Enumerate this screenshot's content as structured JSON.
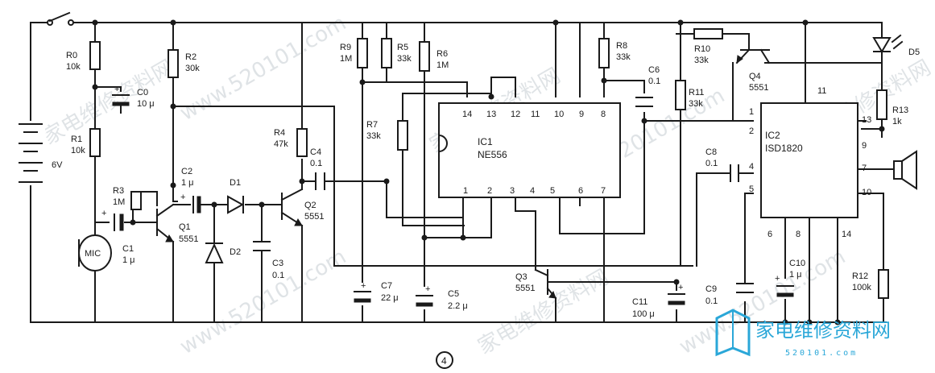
{
  "battery": {
    "voltage": "6V"
  },
  "resistors": {
    "R0": {
      "name": "R0",
      "value": "10k"
    },
    "R1": {
      "name": "R1",
      "value": "10k"
    },
    "R2": {
      "name": "R2",
      "value": "30k"
    },
    "R3": {
      "name": "R3",
      "value": "1M"
    },
    "R4": {
      "name": "R4",
      "value": "47k"
    },
    "R5": {
      "name": "R5",
      "value": "33k"
    },
    "R6": {
      "name": "R6",
      "value": "1M"
    },
    "R7": {
      "name": "R7",
      "value": "33k"
    },
    "R8": {
      "name": "R8",
      "value": "33k"
    },
    "R9": {
      "name": "R9",
      "value": "1M"
    },
    "R10": {
      "name": "R10",
      "value": "33k"
    },
    "R11": {
      "name": "R11",
      "value": "33k"
    },
    "R12": {
      "name": "R12",
      "value": "100k"
    },
    "R13": {
      "name": "R13",
      "value": "1k"
    }
  },
  "capacitors": {
    "C0": {
      "name": "C0",
      "value": "10 μ"
    },
    "C1": {
      "name": "C1",
      "value": "1 μ"
    },
    "C2": {
      "name": "C2",
      "value": "1 μ"
    },
    "C3": {
      "name": "C3",
      "value": "0.1"
    },
    "C4": {
      "name": "C4",
      "value": "0.1"
    },
    "C5": {
      "name": "C5",
      "value": "2.2 μ"
    },
    "C6": {
      "name": "C6",
      "value": "0.1"
    },
    "C7": {
      "name": "C7",
      "value": "22 μ"
    },
    "C8": {
      "name": "C8",
      "value": "0.1"
    },
    "C9": {
      "name": "C9",
      "value": "0.1"
    },
    "C10": {
      "name": "C10",
      "value": "1 μ"
    },
    "C11": {
      "name": "C11",
      "value": "100 μ"
    }
  },
  "transistors": {
    "Q1": {
      "name": "Q1",
      "type": "5551"
    },
    "Q2": {
      "name": "Q2",
      "type": "5551"
    },
    "Q3": {
      "name": "Q3",
      "type": "5551"
    },
    "Q4": {
      "name": "Q4",
      "type": "5551"
    }
  },
  "diodes": {
    "D1": "D1",
    "D2": "D2",
    "D5": "D5"
  },
  "mic": "MIC",
  "ic1": {
    "name": "IC1",
    "part": "NE556",
    "pins_top": [
      "14",
      "13",
      "12",
      "11",
      "10",
      "9",
      "8"
    ],
    "pins_bottom": [
      "1",
      "2",
      "3",
      "4",
      "5",
      "6",
      "7"
    ]
  },
  "ic2": {
    "name": "IC2",
    "part": "ISD1820",
    "pins_left": [
      "1",
      "2",
      "4",
      "5"
    ],
    "pins_top": [
      "11"
    ],
    "pins_right": [
      "13",
      "9",
      "7",
      "10"
    ],
    "pins_bottom": [
      "6",
      "8",
      "14"
    ]
  },
  "figure_number": "4",
  "watermarks": [
    "家电维修资料网",
    "www.520101.com"
  ],
  "logo": {
    "text": "家电维修资料网",
    "url": "520101.com",
    "icon": "book-logo-icon"
  }
}
